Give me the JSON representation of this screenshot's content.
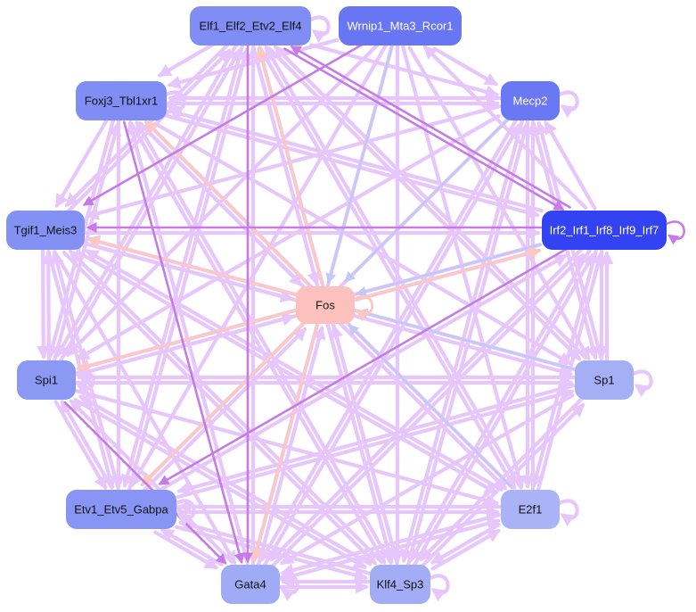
{
  "colors": {
    "edge_default": "#e7c6fb",
    "edge_strong": "#c77be8",
    "edge_peach": "#fcc8bf",
    "edge_blue": "#c3c9f6",
    "text_dark": "#111111",
    "text_light": "#ffffff"
  },
  "nodes": [
    {
      "id": "elf",
      "label": "Elf1_Elf2_Etv2_Elf4",
      "fill": "#7f8df4",
      "text": "dark"
    },
    {
      "id": "wrnip",
      "label": "Wrnip1_Mta3_Rcor1",
      "fill": "#6876f3",
      "text": "light"
    },
    {
      "id": "foxj3",
      "label": "Foxj3_Tbl1xr1",
      "fill": "#7f8df4",
      "text": "dark"
    },
    {
      "id": "mecp2",
      "label": "Mecp2",
      "fill": "#6b78f4",
      "text": "light"
    },
    {
      "id": "tgif1",
      "label": "Tgif1_Meis3",
      "fill": "#8291f3",
      "text": "dark"
    },
    {
      "id": "irf",
      "label": "Irf2_Irf1_Irf8_Irf9_Irf7",
      "fill": "#3342f2",
      "text": "light"
    },
    {
      "id": "fos",
      "label": "Fos",
      "fill": "#fcc0bd",
      "text": "dark"
    },
    {
      "id": "spi1",
      "label": "Spi1",
      "fill": "#8b98f4",
      "text": "dark"
    },
    {
      "id": "sp1",
      "label": "Sp1",
      "fill": "#a5aff6",
      "text": "dark"
    },
    {
      "id": "etv1",
      "label": "Etv1_Etv5_Gabpa",
      "fill": "#8995f4",
      "text": "dark"
    },
    {
      "id": "e2f1",
      "label": "E2f1",
      "fill": "#a9b3f6",
      "text": "dark"
    },
    {
      "id": "gata4",
      "label": "Gata4",
      "fill": "#a0abf6",
      "text": "dark"
    },
    {
      "id": "klf4",
      "label": "Klf4_Sp3",
      "fill": "#a2adf6",
      "text": "dark"
    }
  ],
  "edges": [
    {
      "from": "elf",
      "to": "irf",
      "style": "strong"
    },
    {
      "from": "irf",
      "to": "elf",
      "style": "strong"
    },
    {
      "from": "elf",
      "to": "gata4",
      "style": "strong"
    },
    {
      "from": "foxj3",
      "to": "gata4",
      "style": "strong"
    },
    {
      "from": "spi1",
      "to": "gata4",
      "style": "strong"
    },
    {
      "from": "irf",
      "to": "tgif1",
      "style": "strong"
    },
    {
      "from": "wrnip",
      "to": "tgif1",
      "style": "strong"
    },
    {
      "from": "irf",
      "to": "etv1",
      "style": "strong"
    },
    {
      "from": "wrnip",
      "to": "fos",
      "style": "blue"
    },
    {
      "from": "mecp2",
      "to": "fos",
      "style": "blue"
    },
    {
      "from": "sp1",
      "to": "fos",
      "style": "blue"
    },
    {
      "from": "e2f1",
      "to": "fos",
      "style": "blue"
    },
    {
      "from": "irf",
      "to": "fos",
      "style": "blue"
    },
    {
      "from": "fos",
      "to": "foxj3",
      "style": "peach"
    },
    {
      "from": "fos",
      "to": "tgif1",
      "style": "peach"
    },
    {
      "from": "fos",
      "to": "spi1",
      "style": "peach"
    },
    {
      "from": "fos",
      "to": "etv1",
      "style": "peach"
    },
    {
      "from": "fos",
      "to": "gata4",
      "style": "peach"
    },
    {
      "from": "fos",
      "to": "elf",
      "style": "peach"
    },
    {
      "from": "fos",
      "to": "irf",
      "style": "peach"
    },
    {
      "from": "elf",
      "to": "foxj3",
      "style": "default"
    },
    {
      "from": "wrnip",
      "to": "foxj3",
      "style": "default"
    },
    {
      "from": "elf",
      "to": "tgif1",
      "style": "default"
    },
    {
      "from": "elf",
      "to": "spi1",
      "style": "default"
    },
    {
      "from": "elf",
      "to": "etv1",
      "style": "default"
    },
    {
      "from": "elf",
      "to": "klf4",
      "style": "default"
    },
    {
      "from": "elf",
      "to": "e2f1",
      "style": "default"
    },
    {
      "from": "elf",
      "to": "sp1",
      "style": "default"
    },
    {
      "from": "elf",
      "to": "mecp2",
      "style": "default"
    },
    {
      "from": "wrnip",
      "to": "spi1",
      "style": "default"
    },
    {
      "from": "wrnip",
      "to": "etv1",
      "style": "default"
    },
    {
      "from": "wrnip",
      "to": "gata4",
      "style": "default"
    },
    {
      "from": "wrnip",
      "to": "klf4",
      "style": "default"
    },
    {
      "from": "wrnip",
      "to": "e2f1",
      "style": "default"
    },
    {
      "from": "wrnip",
      "to": "sp1",
      "style": "default"
    },
    {
      "from": "wrnip",
      "to": "mecp2",
      "style": "default"
    },
    {
      "from": "mecp2",
      "to": "foxj3",
      "style": "default"
    },
    {
      "from": "mecp2",
      "to": "tgif1",
      "style": "default"
    },
    {
      "from": "mecp2",
      "to": "spi1",
      "style": "default"
    },
    {
      "from": "mecp2",
      "to": "etv1",
      "style": "default"
    },
    {
      "from": "mecp2",
      "to": "gata4",
      "style": "default"
    },
    {
      "from": "mecp2",
      "to": "klf4",
      "style": "default"
    },
    {
      "from": "mecp2",
      "to": "e2f1",
      "style": "default"
    },
    {
      "from": "mecp2",
      "to": "sp1",
      "style": "default"
    },
    {
      "from": "foxj3",
      "to": "tgif1",
      "style": "default"
    },
    {
      "from": "foxj3",
      "to": "spi1",
      "style": "default"
    },
    {
      "from": "foxj3",
      "to": "etv1",
      "style": "default"
    },
    {
      "from": "foxj3",
      "to": "klf4",
      "style": "default"
    },
    {
      "from": "foxj3",
      "to": "e2f1",
      "style": "default"
    },
    {
      "from": "foxj3",
      "to": "sp1",
      "style": "default"
    },
    {
      "from": "foxj3",
      "to": "irf",
      "style": "default"
    },
    {
      "from": "foxj3",
      "to": "mecp2",
      "style": "default"
    },
    {
      "from": "tgif1",
      "to": "spi1",
      "style": "default"
    },
    {
      "from": "tgif1",
      "to": "etv1",
      "style": "default"
    },
    {
      "from": "tgif1",
      "to": "gata4",
      "style": "default"
    },
    {
      "from": "tgif1",
      "to": "klf4",
      "style": "default"
    },
    {
      "from": "tgif1",
      "to": "e2f1",
      "style": "default"
    },
    {
      "from": "tgif1",
      "to": "sp1",
      "style": "default"
    },
    {
      "from": "tgif1",
      "to": "irf",
      "style": "default"
    },
    {
      "from": "tgif1",
      "to": "elf",
      "style": "default"
    },
    {
      "from": "irf",
      "to": "foxj3",
      "style": "default"
    },
    {
      "from": "irf",
      "to": "spi1",
      "style": "default"
    },
    {
      "from": "irf",
      "to": "gata4",
      "style": "default"
    },
    {
      "from": "irf",
      "to": "klf4",
      "style": "default"
    },
    {
      "from": "irf",
      "to": "e2f1",
      "style": "default"
    },
    {
      "from": "irf",
      "to": "sp1",
      "style": "default"
    },
    {
      "from": "irf",
      "to": "mecp2",
      "style": "default"
    },
    {
      "from": "irf",
      "to": "wrnip",
      "style": "default"
    },
    {
      "from": "spi1",
      "to": "tgif1",
      "style": "default"
    },
    {
      "from": "spi1",
      "to": "etv1",
      "style": "default"
    },
    {
      "from": "spi1",
      "to": "klf4",
      "style": "default"
    },
    {
      "from": "spi1",
      "to": "e2f1",
      "style": "default"
    },
    {
      "from": "spi1",
      "to": "sp1",
      "style": "default"
    },
    {
      "from": "spi1",
      "to": "irf",
      "style": "default"
    },
    {
      "from": "spi1",
      "to": "elf",
      "style": "default"
    },
    {
      "from": "spi1",
      "to": "foxj3",
      "style": "default"
    },
    {
      "from": "sp1",
      "to": "spi1",
      "style": "default"
    },
    {
      "from": "sp1",
      "to": "tgif1",
      "style": "default"
    },
    {
      "from": "sp1",
      "to": "etv1",
      "style": "default"
    },
    {
      "from": "sp1",
      "to": "gata4",
      "style": "default"
    },
    {
      "from": "sp1",
      "to": "klf4",
      "style": "default"
    },
    {
      "from": "sp1",
      "to": "irf",
      "style": "default"
    },
    {
      "from": "sp1",
      "to": "mecp2",
      "style": "default"
    },
    {
      "from": "sp1",
      "to": "elf",
      "style": "default"
    },
    {
      "from": "etv1",
      "to": "gata4",
      "style": "default"
    },
    {
      "from": "etv1",
      "to": "klf4",
      "style": "default"
    },
    {
      "from": "etv1",
      "to": "e2f1",
      "style": "default"
    },
    {
      "from": "etv1",
      "to": "sp1",
      "style": "default"
    },
    {
      "from": "etv1",
      "to": "irf",
      "style": "default"
    },
    {
      "from": "etv1",
      "to": "elf",
      "style": "default"
    },
    {
      "from": "etv1",
      "to": "tgif1",
      "style": "default"
    },
    {
      "from": "etv1",
      "to": "spi1",
      "style": "default"
    },
    {
      "from": "e2f1",
      "to": "gata4",
      "style": "default"
    },
    {
      "from": "e2f1",
      "to": "klf4",
      "style": "default"
    },
    {
      "from": "e2f1",
      "to": "etv1",
      "style": "default"
    },
    {
      "from": "e2f1",
      "to": "irf",
      "style": "default"
    },
    {
      "from": "e2f1",
      "to": "mecp2",
      "style": "default"
    },
    {
      "from": "e2f1",
      "to": "elf",
      "style": "default"
    },
    {
      "from": "e2f1",
      "to": "foxj3",
      "style": "default"
    },
    {
      "from": "e2f1",
      "to": "tgif1",
      "style": "default"
    },
    {
      "from": "gata4",
      "to": "klf4",
      "style": "default"
    },
    {
      "from": "gata4",
      "to": "etv1",
      "style": "default"
    },
    {
      "from": "gata4",
      "to": "spi1",
      "style": "default"
    },
    {
      "from": "gata4",
      "to": "e2f1",
      "style": "default"
    },
    {
      "from": "gata4",
      "to": "irf",
      "style": "default"
    },
    {
      "from": "gata4",
      "to": "elf",
      "style": "default"
    },
    {
      "from": "gata4",
      "to": "mecp2",
      "style": "default"
    },
    {
      "from": "gata4",
      "to": "foxj3",
      "style": "default"
    },
    {
      "from": "klf4",
      "to": "gata4",
      "style": "default"
    },
    {
      "from": "klf4",
      "to": "etv1",
      "style": "default"
    },
    {
      "from": "klf4",
      "to": "spi1",
      "style": "default"
    },
    {
      "from": "klf4",
      "to": "e2f1",
      "style": "default"
    },
    {
      "from": "klf4",
      "to": "sp1",
      "style": "default"
    },
    {
      "from": "klf4",
      "to": "irf",
      "style": "default"
    },
    {
      "from": "klf4",
      "to": "mecp2",
      "style": "default"
    },
    {
      "from": "klf4",
      "to": "elf",
      "style": "default"
    },
    {
      "from": "klf4",
      "to": "tgif1",
      "style": "default"
    },
    {
      "from": "klf4",
      "to": "foxj3",
      "style": "default"
    },
    {
      "from": "elf",
      "to": "fos",
      "style": "default"
    },
    {
      "from": "spi1",
      "to": "fos",
      "style": "default"
    },
    {
      "from": "tgif1",
      "to": "fos",
      "style": "default"
    },
    {
      "from": "gata4",
      "to": "fos",
      "style": "default"
    },
    {
      "from": "klf4",
      "to": "fos",
      "style": "default"
    },
    {
      "from": "etv1",
      "to": "fos",
      "style": "default"
    },
    {
      "from": "foxj3",
      "to": "fos",
      "style": "default"
    },
    {
      "from": "fos",
      "to": "klf4",
      "style": "default"
    },
    {
      "from": "fos",
      "to": "e2f1",
      "style": "default"
    }
  ],
  "self_loops": [
    {
      "node": "elf",
      "style": "default"
    },
    {
      "node": "foxj3",
      "style": "default"
    },
    {
      "node": "mecp2",
      "style": "default"
    },
    {
      "node": "irf",
      "style": "strong"
    },
    {
      "node": "fos",
      "style": "peach"
    },
    {
      "node": "spi1",
      "style": "default"
    },
    {
      "node": "sp1",
      "style": "default"
    },
    {
      "node": "etv1",
      "style": "default"
    },
    {
      "node": "e2f1",
      "style": "default"
    },
    {
      "node": "gata4",
      "style": "default"
    },
    {
      "node": "klf4",
      "style": "default"
    }
  ]
}
